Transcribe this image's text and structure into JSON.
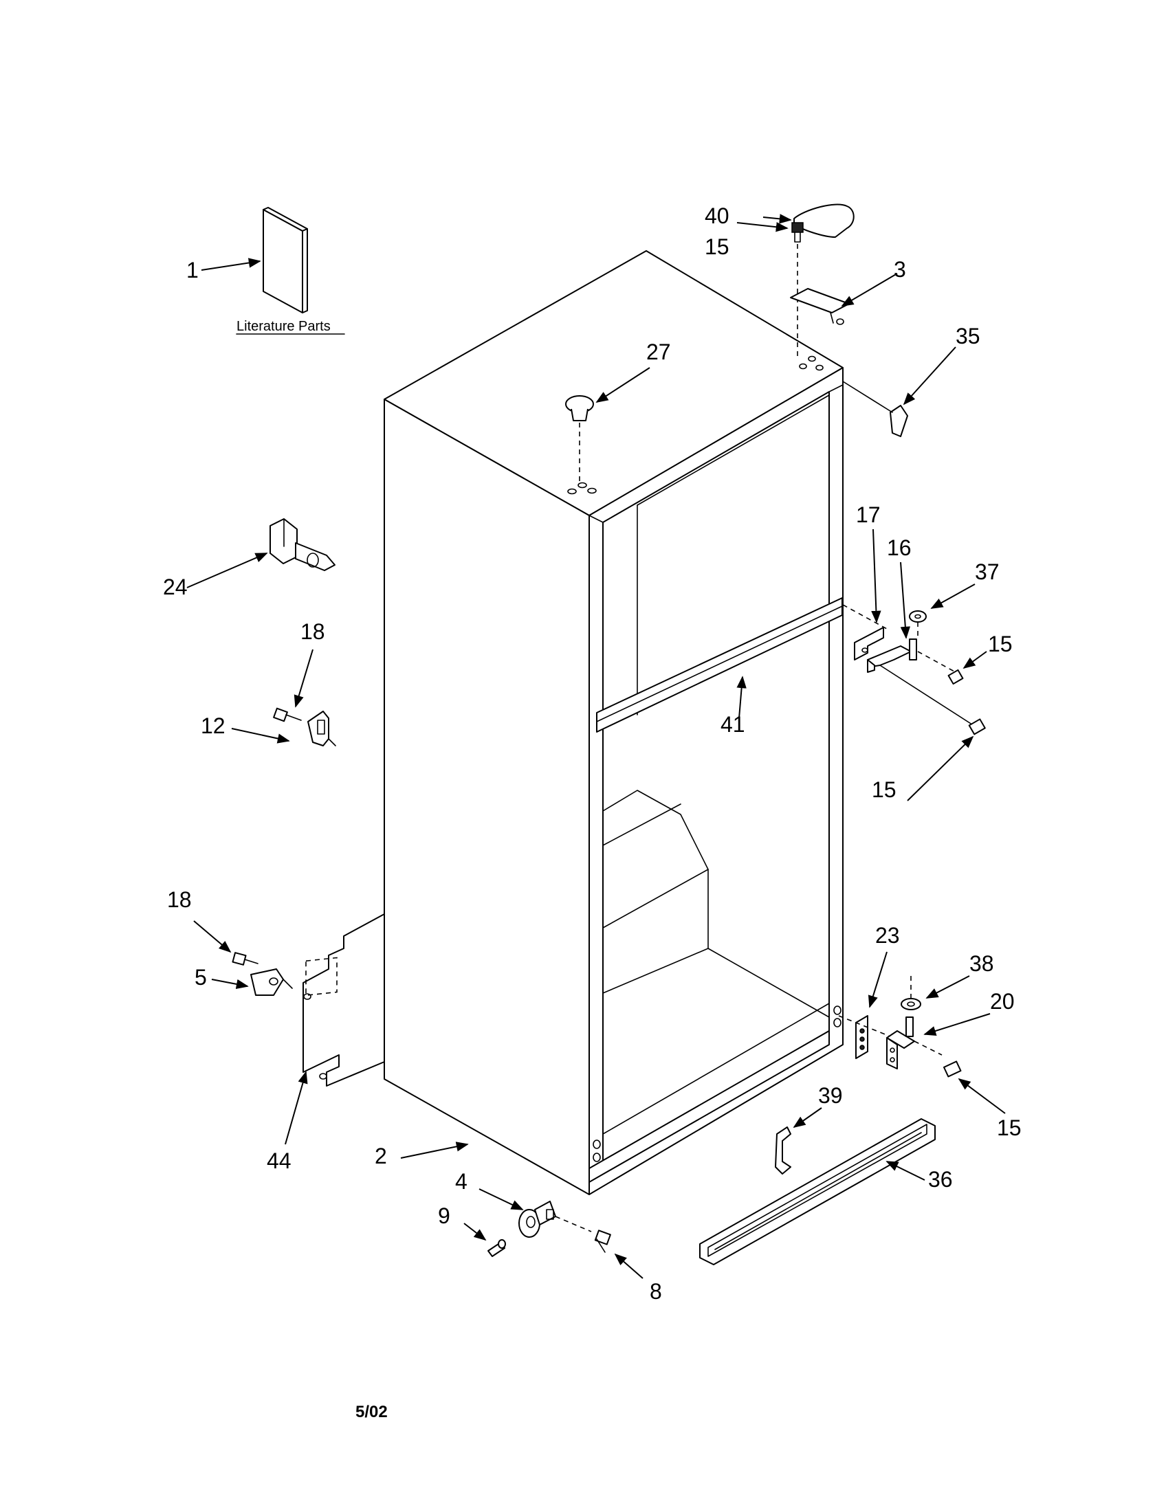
{
  "diagram": {
    "literature_caption": "Literature Parts",
    "date_code": "5/02",
    "callouts": [
      {
        "id": "c1",
        "label": "1"
      },
      {
        "id": "c40",
        "label": "40"
      },
      {
        "id": "c15a",
        "label": "15"
      },
      {
        "id": "c3",
        "label": "3"
      },
      {
        "id": "c35",
        "label": "35"
      },
      {
        "id": "c27",
        "label": "27"
      },
      {
        "id": "c17",
        "label": "17"
      },
      {
        "id": "c16",
        "label": "16"
      },
      {
        "id": "c37",
        "label": "37"
      },
      {
        "id": "c15b",
        "label": "15"
      },
      {
        "id": "c41",
        "label": "41"
      },
      {
        "id": "c15c",
        "label": "15"
      },
      {
        "id": "c24",
        "label": "24"
      },
      {
        "id": "c18a",
        "label": "18"
      },
      {
        "id": "c12",
        "label": "12"
      },
      {
        "id": "c18b",
        "label": "18"
      },
      {
        "id": "c5",
        "label": "5"
      },
      {
        "id": "c44",
        "label": "44"
      },
      {
        "id": "c2",
        "label": "2"
      },
      {
        "id": "c23",
        "label": "23"
      },
      {
        "id": "c38",
        "label": "38"
      },
      {
        "id": "c20",
        "label": "20"
      },
      {
        "id": "c15d",
        "label": "15"
      },
      {
        "id": "c39",
        "label": "39"
      },
      {
        "id": "c36",
        "label": "36"
      },
      {
        "id": "c4",
        "label": "4"
      },
      {
        "id": "c9",
        "label": "9"
      },
      {
        "id": "c8",
        "label": "8"
      }
    ]
  }
}
